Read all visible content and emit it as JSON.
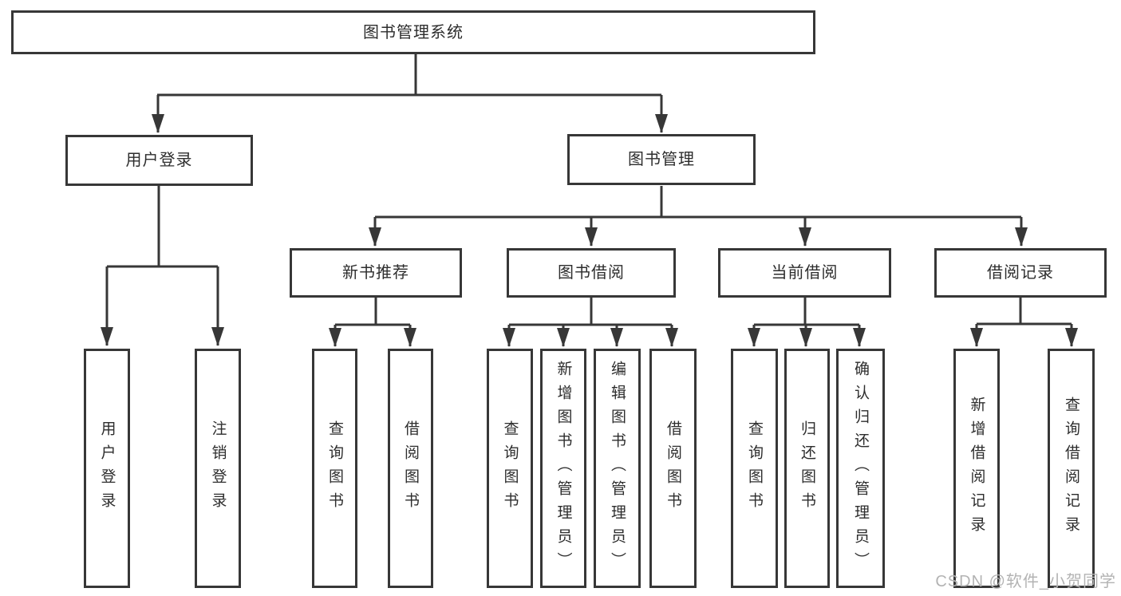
{
  "diagram": {
    "root": {
      "label": "图书管理系统"
    },
    "level2": [
      {
        "label": "用户登录"
      },
      {
        "label": "图书管理"
      }
    ],
    "level3": [
      {
        "label": "新书推荐"
      },
      {
        "label": "图书借阅"
      },
      {
        "label": "当前借阅"
      },
      {
        "label": "借阅记录"
      }
    ],
    "leaves": {
      "user_login": [
        "用户登录",
        "注销登录"
      ],
      "new_book": [
        "查询图书",
        "借阅图书"
      ],
      "book_borrow": [
        "查询图书",
        "新增图书（管理员）",
        "编辑图书（管理员）",
        "借阅图书"
      ],
      "current_borrow": [
        "查询图书",
        "归还图书",
        "确认归还（管理员）"
      ],
      "borrow_records": [
        "新增借阅记录",
        "查询借阅记录"
      ]
    }
  },
  "watermark": {
    "text": "CSDN @软件_小贺同学"
  },
  "colors": {
    "line": "#373737",
    "box_border": "#373737",
    "box_fill": "#ffffff",
    "text": "#2d2d2d",
    "watermark": "#b3b3b3",
    "background": "#ffffff"
  }
}
